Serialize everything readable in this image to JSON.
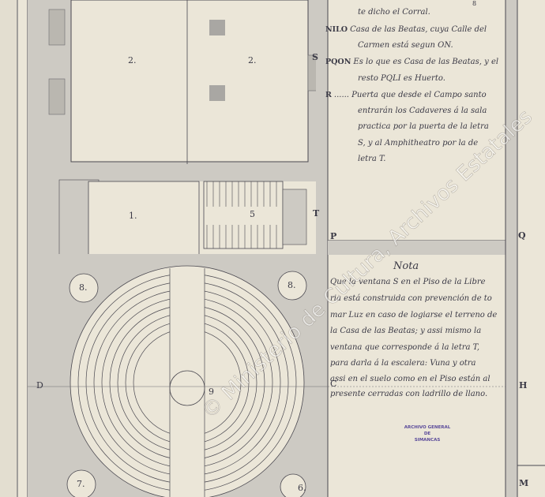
{
  "legend": [
    {
      "key": "",
      "text": "te dicho el Corral."
    },
    {
      "key": "NILO",
      "text": "Casa de las Beatas, cuya Calle del"
    },
    {
      "key": "",
      "text": "Carmen está segun ON."
    },
    {
      "key": "PQON",
      "text": "Es lo que es Casa de las Beatas, y el"
    },
    {
      "key": "",
      "text": "resto PQLI es Huerto."
    },
    {
      "key": "R",
      "text": "...... Puerta que desde el Campo santo"
    },
    {
      "key": "",
      "text": "entrarán los Cadaveres á la sala"
    },
    {
      "key": "",
      "text": "practica por la puerta de la letra"
    },
    {
      "key": "",
      "text": "S, y al Amphitheatro por la de"
    },
    {
      "key": "",
      "text": "letra T."
    }
  ],
  "note": {
    "title": "Nota",
    "lines": [
      "Que la ventana S en el Piso de la Libre",
      "ria está construida con prevención de to",
      "mar Luz en caso de logiarse el terreno de",
      "la Casa de las Beatas; y assi mismo la",
      "ventana que corresponde á la letra T,",
      "para darla á la escalera: Vuna y otra",
      "assi en el suelo como en el Piso están al",
      "presente cerradas con ladrillo de llano."
    ]
  },
  "plan_labels": {
    "room_2a": "2.",
    "room_2b": "2.",
    "room_1": "1.",
    "room_5": "5",
    "room_8a": "8.",
    "room_8b": "8.",
    "room_9": "9",
    "room_7": "7.",
    "room_6": "6.",
    "letter_S": "S",
    "letter_T": "T",
    "letter_P": "P",
    "letter_Q": "Q",
    "letter_D": "D",
    "letter_C": "C",
    "letter_H": "H",
    "letter_M": "M",
    "letter_B": "8"
  },
  "stamp": {
    "line1": "ARCHIVO GENERAL",
    "line2": "DE",
    "line3": "SIMANCAS"
  },
  "watermark": "© Ministerio de Cultura, Archivos Estatales",
  "colors": {
    "paper": "#ebe6d8",
    "wash": "#c9c6c0",
    "ink": "#3b3a46",
    "stamp": "#5a4a9a"
  }
}
